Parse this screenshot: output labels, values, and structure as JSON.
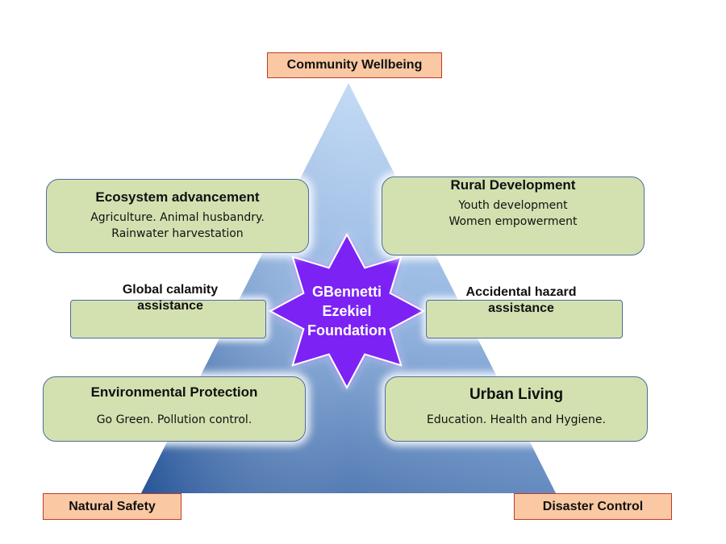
{
  "apex_label": "Community Wellbeing",
  "bottom_left_label": "Natural Safety",
  "bottom_right_label": "Disaster Control",
  "center": {
    "lines": [
      "GBennetti",
      "Ezekiel",
      "Foundation"
    ]
  },
  "cards": {
    "ecosystem": {
      "title": "Ecosystem advancement",
      "lines": [
        "Agriculture.  Animal husbandry.",
        "Rainwater harvestation"
      ]
    },
    "rural": {
      "title": "Rural Development",
      "lines": [
        "Youth development",
        "Women empowerment"
      ]
    },
    "environment": {
      "title": "Environmental Protection",
      "lines": [
        "Go Green.  Pollution control."
      ]
    },
    "urban": {
      "title": "Urban Living",
      "lines": [
        "Education.  Health and Hygiene."
      ]
    }
  },
  "bars": {
    "left": {
      "lines": [
        "Global calamity",
        "assistance"
      ]
    },
    "right": {
      "lines": [
        "Accidental hazard",
        "assistance"
      ]
    }
  },
  "colors": {
    "pyramid_top": "#a6c8ee",
    "pyramid_bottom": "#3566a8",
    "card_fill": "#d3e1b0",
    "card_border": "#4f6b9a",
    "label_fill": "#fac9a3",
    "label_border": "#c0392b",
    "star_fill": "#7c21f5"
  }
}
